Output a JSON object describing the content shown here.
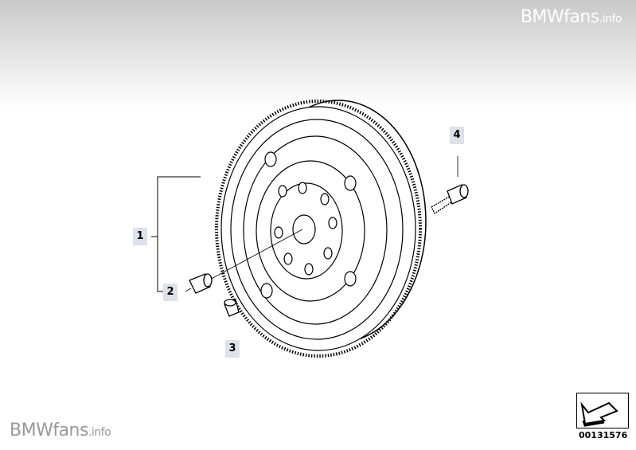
{
  "watermark_top": {
    "brand": "BMWfans",
    "suffix": ".info"
  },
  "watermark_bottom": {
    "brand": "BMWfans",
    "suffix": ".info"
  },
  "callouts": [
    "1",
    "2",
    "3",
    "4"
  ],
  "diagram_number": "00131576"
}
